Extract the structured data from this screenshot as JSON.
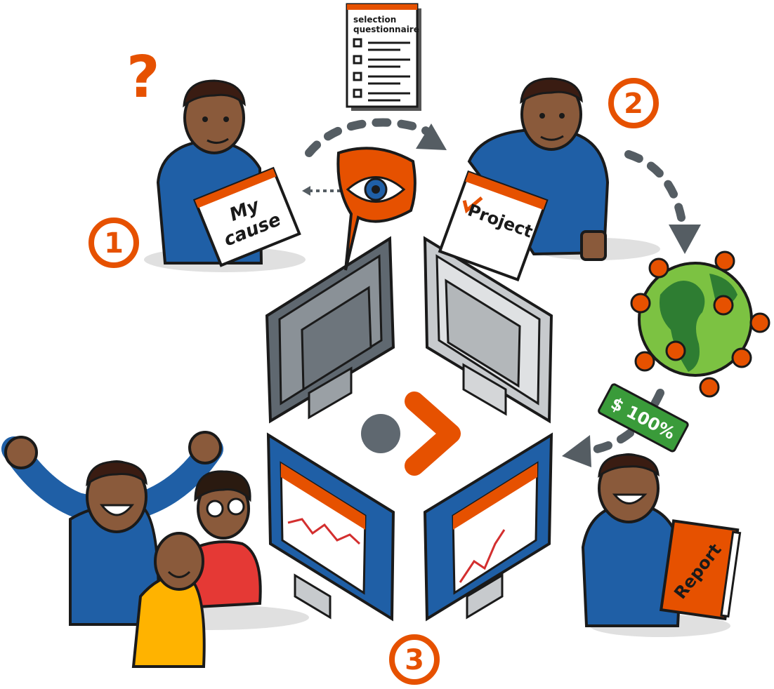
{
  "steps": {
    "one": "1",
    "two": "2",
    "three": "3"
  },
  "question_mark": "?",
  "questionnaire": {
    "title_line1": "selection",
    "title_line2": "questionnaire"
  },
  "signs": {
    "my_cause_line1": "My",
    "my_cause_line2": "cause",
    "project": "Project",
    "report": "Report",
    "donation": "$ 100%"
  },
  "colors": {
    "accent": "#e65100",
    "shirt": "#1f5fa6",
    "skin": "#8a5a3b",
    "green": "#3a9b3a",
    "dark": "#1a1a1a",
    "arrow": "#555d63"
  }
}
